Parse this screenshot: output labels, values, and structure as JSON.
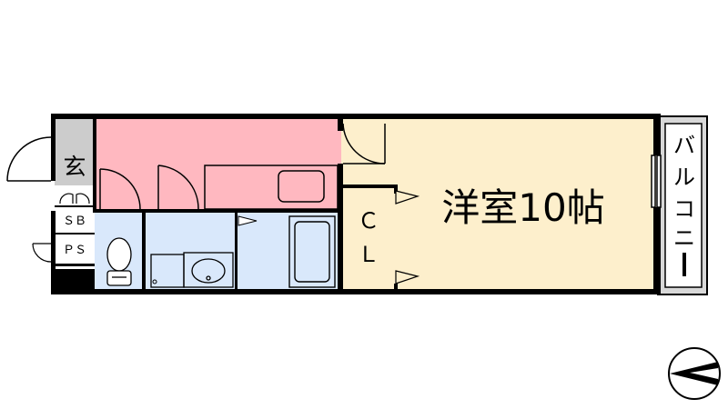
{
  "labels": {
    "genkan": "玄",
    "sb": "ＳＢ",
    "ps": "ＰＳ",
    "closet_c": "Ｃ",
    "closet_l": "Ｌ",
    "room": "洋室10帖",
    "balcony": [
      "バ",
      "ル",
      "コ",
      "ニ",
      "ー"
    ]
  },
  "colors": {
    "kitchen": "#ffb8c0",
    "bath": "#d9e8fb",
    "room": "#fdefcc",
    "genkan": "#cccccc",
    "wall": "#000000",
    "balcony_frame": "#d8d8d8"
  },
  "icons": [
    "compass-north-arrow-icon"
  ]
}
